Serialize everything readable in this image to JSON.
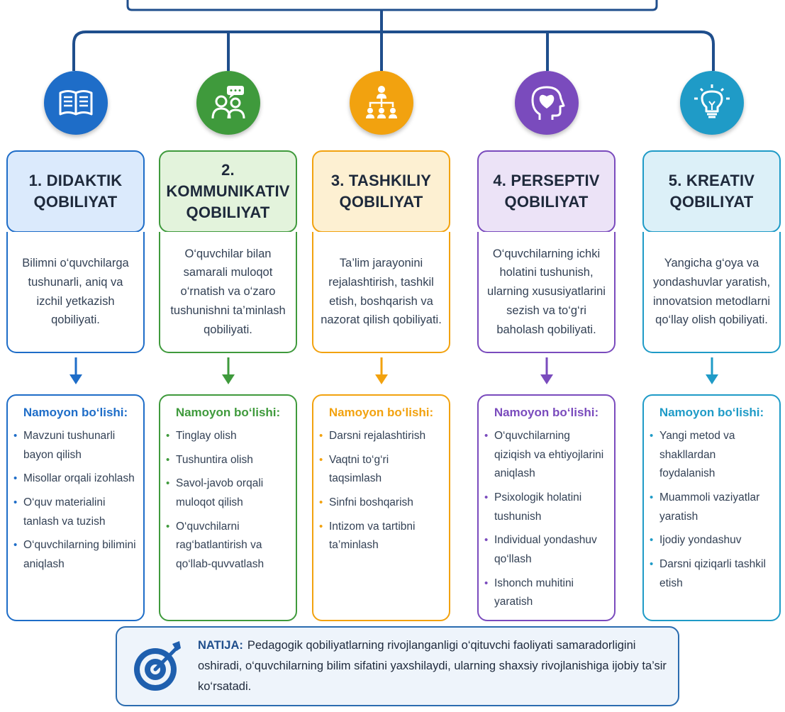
{
  "columns": [
    {
      "icon": "book-icon",
      "color": "#1e6dc8",
      "light": "#dbeafc",
      "title": "1. DIDAKTIK\nQOBILIYAT",
      "description": "Bilimni o‘quvchilarga tushunarli, aniq va izchil yetkazish qobiliyati.",
      "manifest_label": "Namoyon bo‘lishi:",
      "items": [
        "Mavzuni tushunarli bayon qilish",
        "Misollar orqali izohlash",
        "O‘quv materialini tanlash va tuzish",
        "O‘quvchilarning bilimini aniqlash"
      ]
    },
    {
      "icon": "dialogue-icon",
      "color": "#3f9a3c",
      "light": "#e3f3dc",
      "title": "2. KOMMUNIKATIV\nQOBILIYAT",
      "description": "O‘quvchilar bilan samarali muloqot o‘rnatish va o‘zaro tushunishni ta’minlash qobiliyati.",
      "manifest_label": "Namoyon bo‘lishi:",
      "items": [
        "Tinglay olish",
        "Tushuntira olish",
        "Savol-javob orqali muloqot qilish",
        "O‘quvchilarni rag‘batlantirish va qo‘llab-quvvatlash"
      ]
    },
    {
      "icon": "organization-icon",
      "color": "#f2a20f",
      "light": "#fdf0d2",
      "title": "3. TASHKILIY\nQOBILIYAT",
      "description": "Ta’lim jarayonini rejalashtirish, tashkil etish, boshqarish va nazorat qilish qobiliyati.",
      "manifest_label": "Namoyon bo‘lishi:",
      "items": [
        "Darsni rejalashtirish",
        "Vaqtni to‘g‘ri taqsimlash",
        "Sinfni boshqarish",
        "Intizom va tartibni ta’minlash"
      ]
    },
    {
      "icon": "head-heart-icon",
      "color": "#7a4bbd",
      "light": "#ece3f7",
      "title": "4. PERSEPTIV\nQOBILIYAT",
      "description": "O‘quvchilarning ichki holatini tushunish, ularning xususiyatlarini sezish va to‘g‘ri baholash qobiliyati.",
      "manifest_label": "Namoyon bo‘lishi:",
      "items": [
        "O‘quvchilarning qiziqish va ehtiyojlarini aniqlash",
        "Psixologik holatini tushunish",
        "Individual yondashuv qo‘llash",
        "Ishonch muhitini yaratish"
      ]
    },
    {
      "icon": "lightbulb-icon",
      "color": "#1f9bc7",
      "light": "#dcf0f8",
      "title": "5. KREATIV\nQOBILIYAT",
      "description": "Yangicha g‘oya va yondashuvlar yaratish, innovatsion metodlarni qo‘llay olish qobiliyati.",
      "manifest_label": "Namoyon bo‘lishi:",
      "items": [
        "Yangi metod va shakllardan foydalanish",
        "Muammoli vaziyatlar yaratish",
        "Ijodiy yondashuv",
        "Darsni qiziqarli tashkil etish"
      ]
    }
  ],
  "result": {
    "icon": "target-icon",
    "label": "NATIJA:",
    "text": "Pedagogik qobiliyatlarning rivojlanganligi o‘qituvchi faoliyati samaradorligini oshiradi, o‘quvchilarning bilim sifatini yaxshilaydi, ularning shaxsiy rivojlanishiga ijobiy ta’sir ko‘rsatadi."
  },
  "colors": {
    "connector": "#1f4e8c"
  }
}
